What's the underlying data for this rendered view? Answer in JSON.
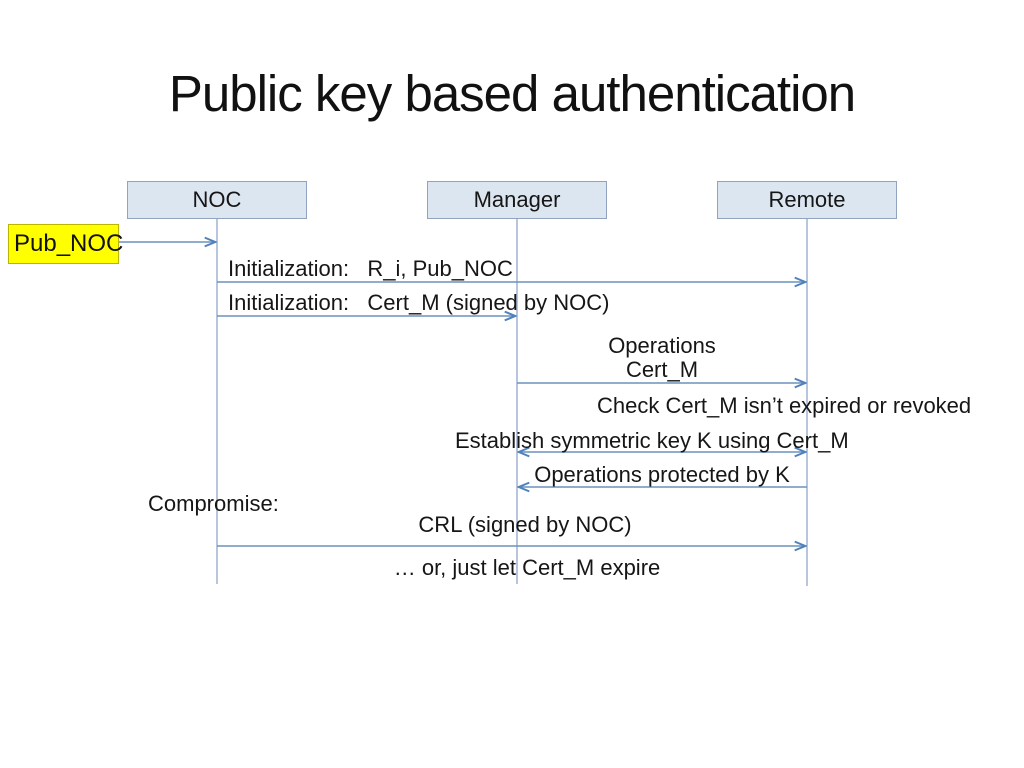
{
  "slide": {
    "title": "Public key based authentication"
  },
  "actors": [
    {
      "label": "NOC"
    },
    {
      "label": "Manager"
    },
    {
      "label": "Remote"
    }
  ],
  "note": {
    "label": "Pub_NOC"
  },
  "messages": {
    "init1": {
      "label": "Initialization:   R_i, Pub_NOC",
      "from": "NOC",
      "to": "Remote"
    },
    "init2": {
      "label": "Initialization:   Cert_M (signed by NOC)",
      "from": "NOC",
      "to": "Manager"
    },
    "operations": {
      "line1": "Operations",
      "line2": "Cert_M",
      "from": "Manager",
      "to": "Remote"
    },
    "check": {
      "label": "Check Cert_M isn’t expired or revoked"
    },
    "establish": {
      "label": "Establish symmetric key K using Cert_M",
      "from": "Manager",
      "to": "Remote",
      "bidirectional": true
    },
    "protected": {
      "label": "Operations protected by K",
      "from": "Remote",
      "to": "Manager"
    },
    "compromise": {
      "label": "Compromise:"
    },
    "crl": {
      "label": "CRL (signed by NOC)",
      "from": "NOC",
      "to": "Remote"
    },
    "expire": {
      "label": "… or, just let Cert_M expire"
    }
  },
  "colors": {
    "arrow_line": "#6d92bd",
    "arrow_head": "#4f81bd",
    "lifeline": "#9fb4d0",
    "actor_fill": "#dce6f1",
    "actor_border": "#92a3c0",
    "note_fill": "#ffff00",
    "note_border": "#b9b500",
    "text": "#1a1a1a"
  }
}
